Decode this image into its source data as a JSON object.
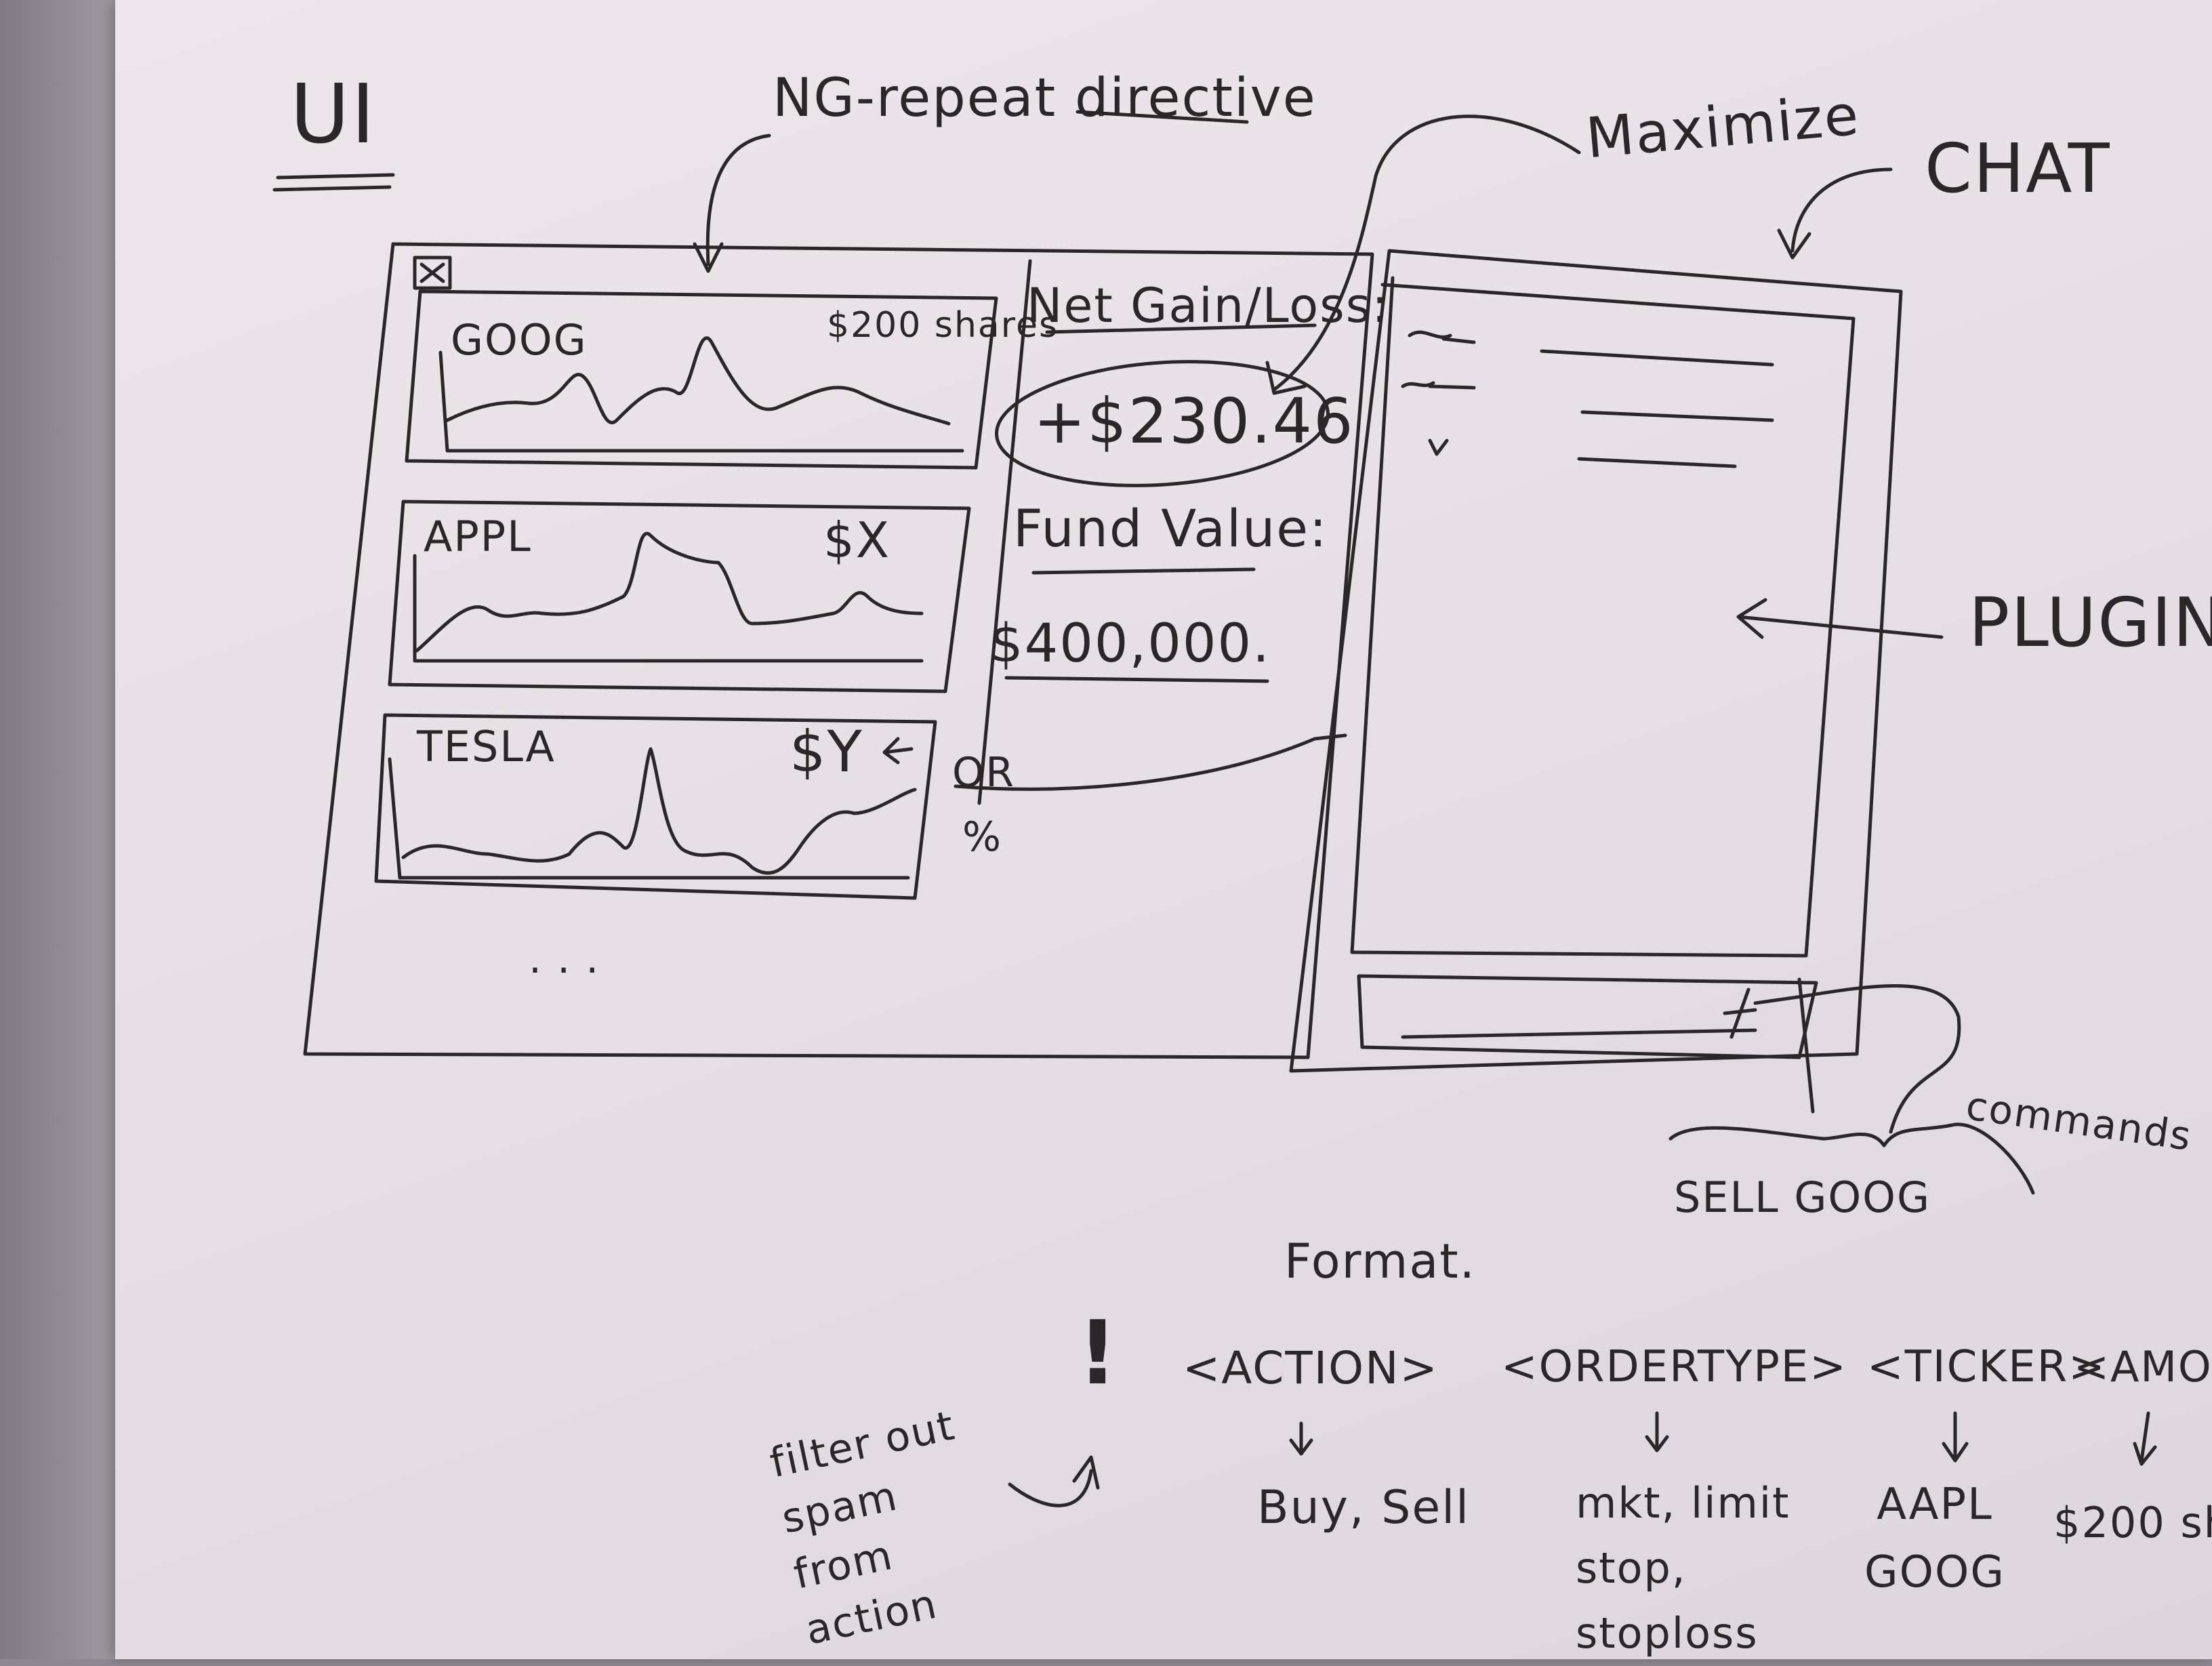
{
  "heading": "UI",
  "annotations": {
    "ng_repeat": "NG-repeat directive",
    "maximize": "Maximize",
    "chat": "CHAT",
    "plugin": "PLUGIN",
    "commands": "commands",
    "or_label": "OR",
    "percent_label": "%",
    "filter_note": "filter out spam from action"
  },
  "stocks": [
    {
      "ticker": "GOOG",
      "value": "$200 shares"
    },
    {
      "ticker": "APPL",
      "value": "$X"
    },
    {
      "ticker": "TESLA",
      "value": "$Y"
    }
  ],
  "more_indicator": ". . .",
  "summary": {
    "net_label": "Net Gain/Loss:",
    "net_value": "+$230.46",
    "fund_label": "Fund Value:",
    "fund_value": "$400,000."
  },
  "chat_input_example": "SELL GOOG",
  "format": {
    "title": "Format.",
    "prefix": "!",
    "fields": [
      {
        "name": "<ACTION>",
        "examples": "Buy, Sell"
      },
      {
        "name": "<ORDERTYPE>",
        "examples": "mkt, limit stop, stoploss"
      },
      {
        "name": "<TICKER>",
        "examples": "AAPL GOOG"
      },
      {
        "name": "<AMOUNT",
        "examples": "$200 sh"
      }
    ]
  }
}
